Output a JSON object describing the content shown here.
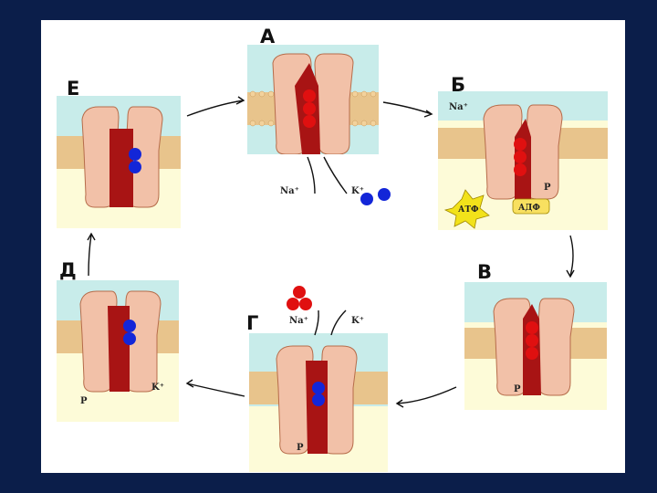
{
  "panels": [
    {
      "id": "A",
      "label": "А"
    },
    {
      "id": "B",
      "label": "Б"
    },
    {
      "id": "V",
      "label": "В"
    },
    {
      "id": "G",
      "label": "Г"
    },
    {
      "id": "D",
      "label": "Д"
    },
    {
      "id": "E",
      "label": "Е"
    }
  ],
  "ions": {
    "na": "Na⁺",
    "k": "K⁺",
    "p": "P"
  },
  "atp": "АТФ",
  "adp": "АДФ",
  "colors": {
    "background": "#0b1e4a",
    "extracellular": "#c8ecea",
    "cytoplasm": "#fdfbd8",
    "membrane": "#e8c48c",
    "protein": "#f2c1a8",
    "channel": "#a81414",
    "sodium": "#e01010",
    "potassium": "#1326d8"
  },
  "icons": [
    "cycle-arrow-icon"
  ]
}
